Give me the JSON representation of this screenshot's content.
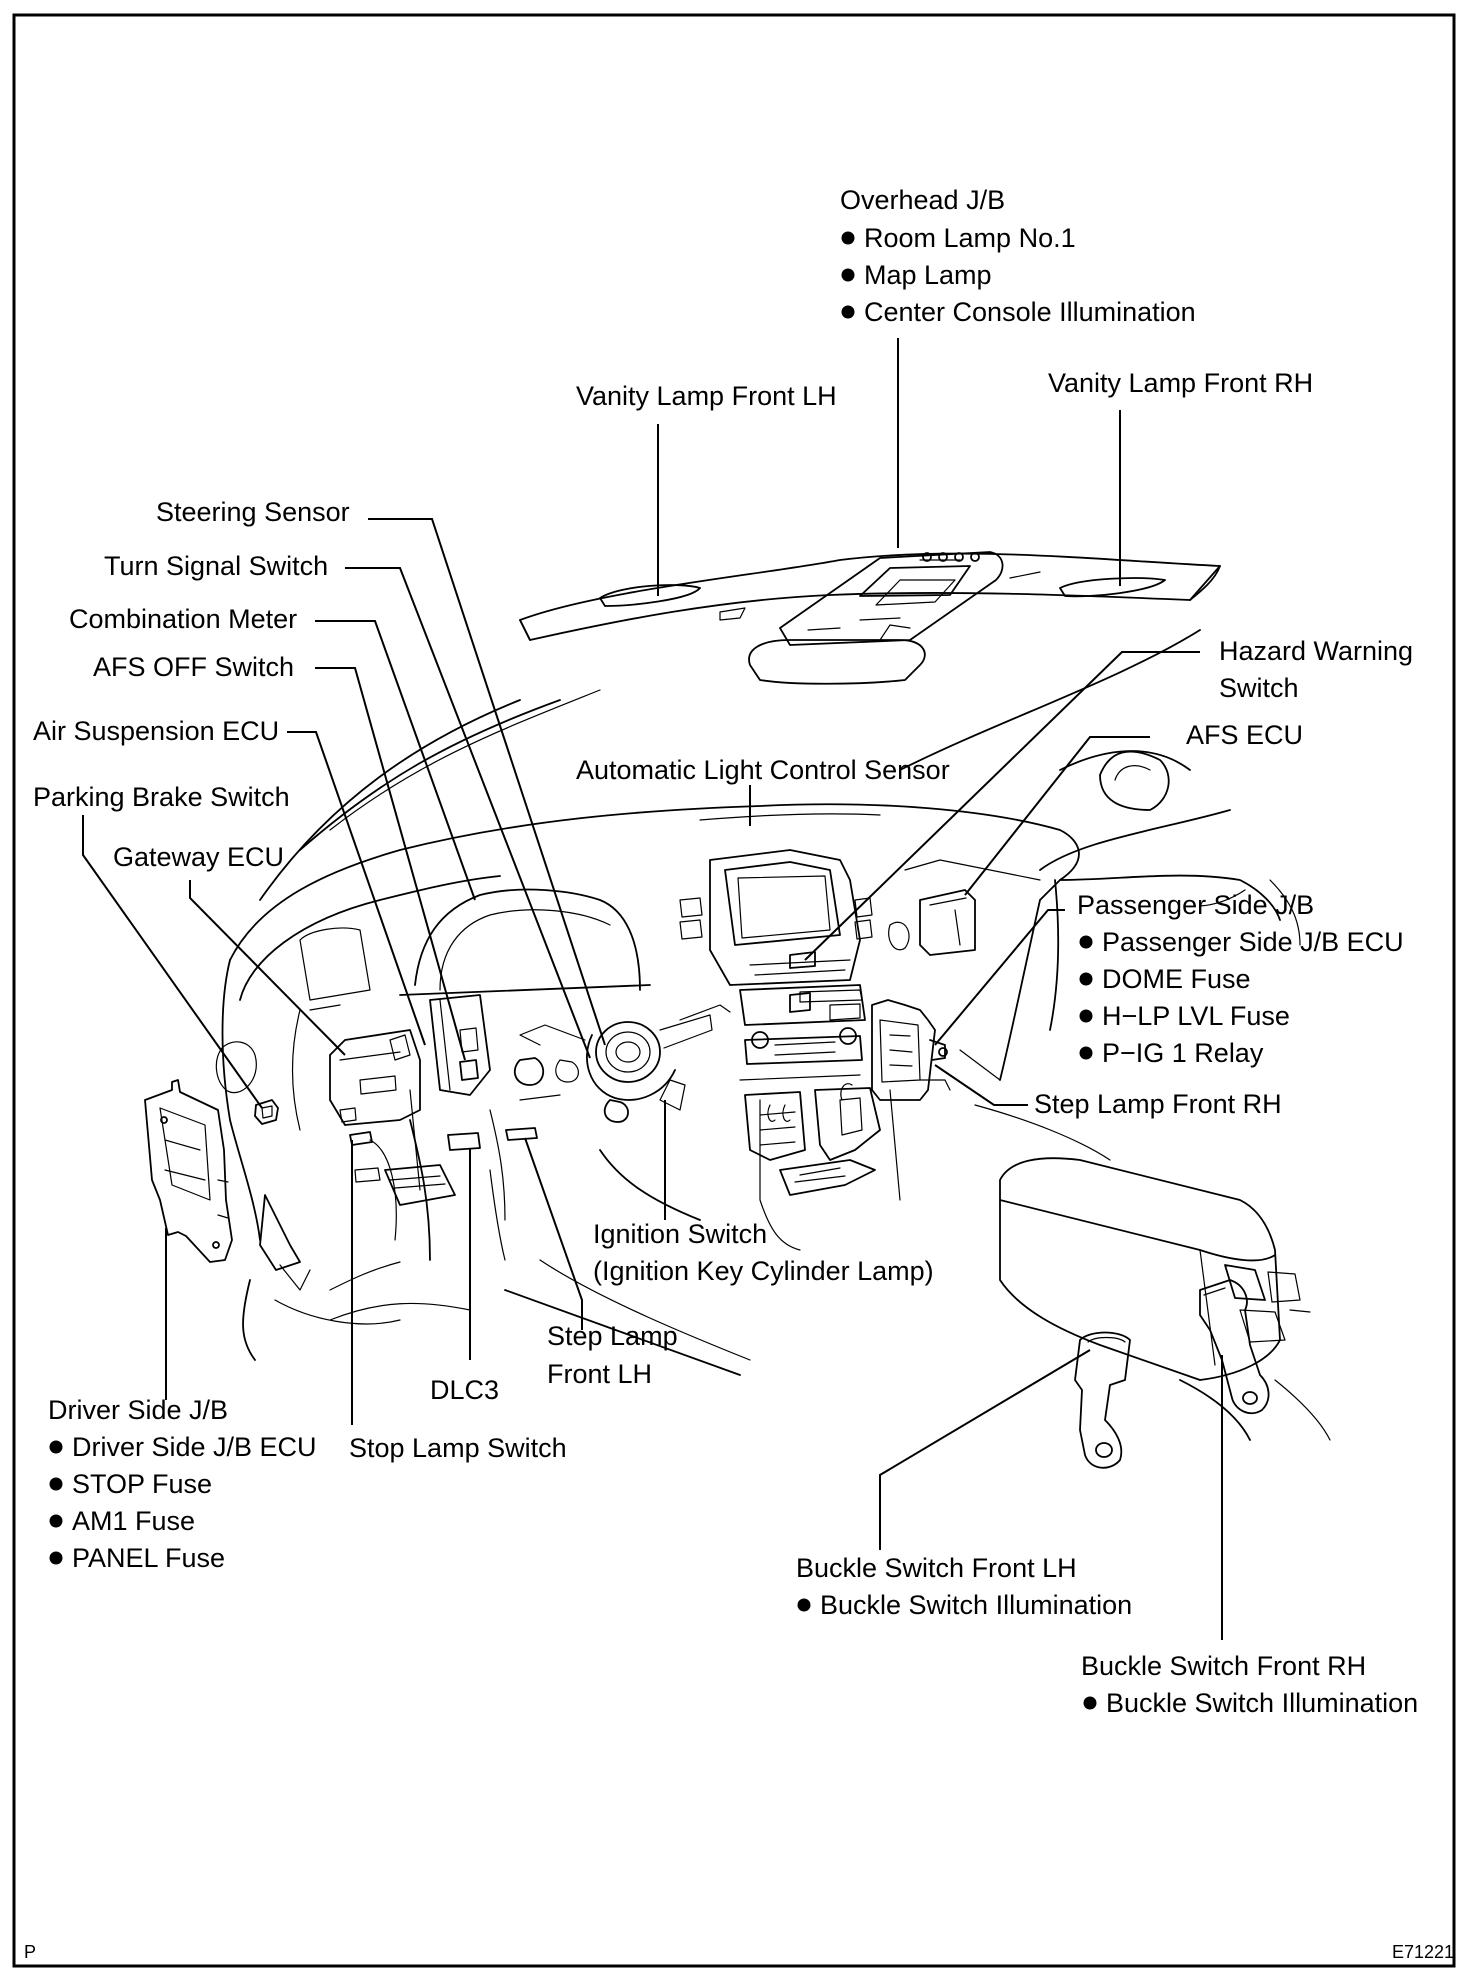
{
  "corner_code_left": "P",
  "figure_code": "E71221",
  "labels": {
    "overhead_jb": {
      "title": "Overhead J/B",
      "items": [
        "Room Lamp No.1",
        "Map Lamp",
        "Center Console Illumination"
      ]
    },
    "vanity_lamp_front_lh": "Vanity Lamp Front LH",
    "vanity_lamp_front_rh": "Vanity Lamp Front RH",
    "steering_sensor": "Steering Sensor",
    "turn_signal_switch": "Turn Signal Switch",
    "combination_meter": "Combination Meter",
    "afs_off_switch": "AFS OFF Switch",
    "air_suspension_ecu": "Air Suspension ECU",
    "parking_brake_switch": "Parking Brake Switch",
    "gateway_ecu": "Gateway ECU",
    "hazard_warning_switch": [
      "Hazard Warning",
      "Switch"
    ],
    "afs_ecu": "AFS ECU",
    "automatic_light_control_sensor": "Automatic Light Control Sensor",
    "passenger_side_jb": {
      "title": "Passenger Side J/B",
      "items": [
        "Passenger Side J/B ECU",
        "DOME Fuse",
        "H−LP LVL Fuse",
        "P−IG 1 Relay"
      ]
    },
    "step_lamp_front_rh": "Step Lamp Front RH",
    "ignition_switch": [
      "Ignition Switch",
      "(Ignition Key Cylinder Lamp)"
    ],
    "step_lamp_front_lh": [
      "Step Lamp",
      "Front LH"
    ],
    "dlc3": "DLC3",
    "stop_lamp_switch": "Stop Lamp Switch",
    "driver_side_jb": {
      "title": "Driver Side J/B",
      "items": [
        "Driver Side J/B ECU",
        "STOP Fuse",
        "AM1 Fuse",
        "PANEL Fuse"
      ]
    },
    "buckle_switch_front_lh": {
      "title": "Buckle Switch Front LH",
      "items": [
        "Buckle Switch Illumination"
      ]
    },
    "buckle_switch_front_rh": {
      "title": "Buckle Switch Front RH",
      "items": [
        "Buckle Switch Illumination"
      ]
    }
  }
}
